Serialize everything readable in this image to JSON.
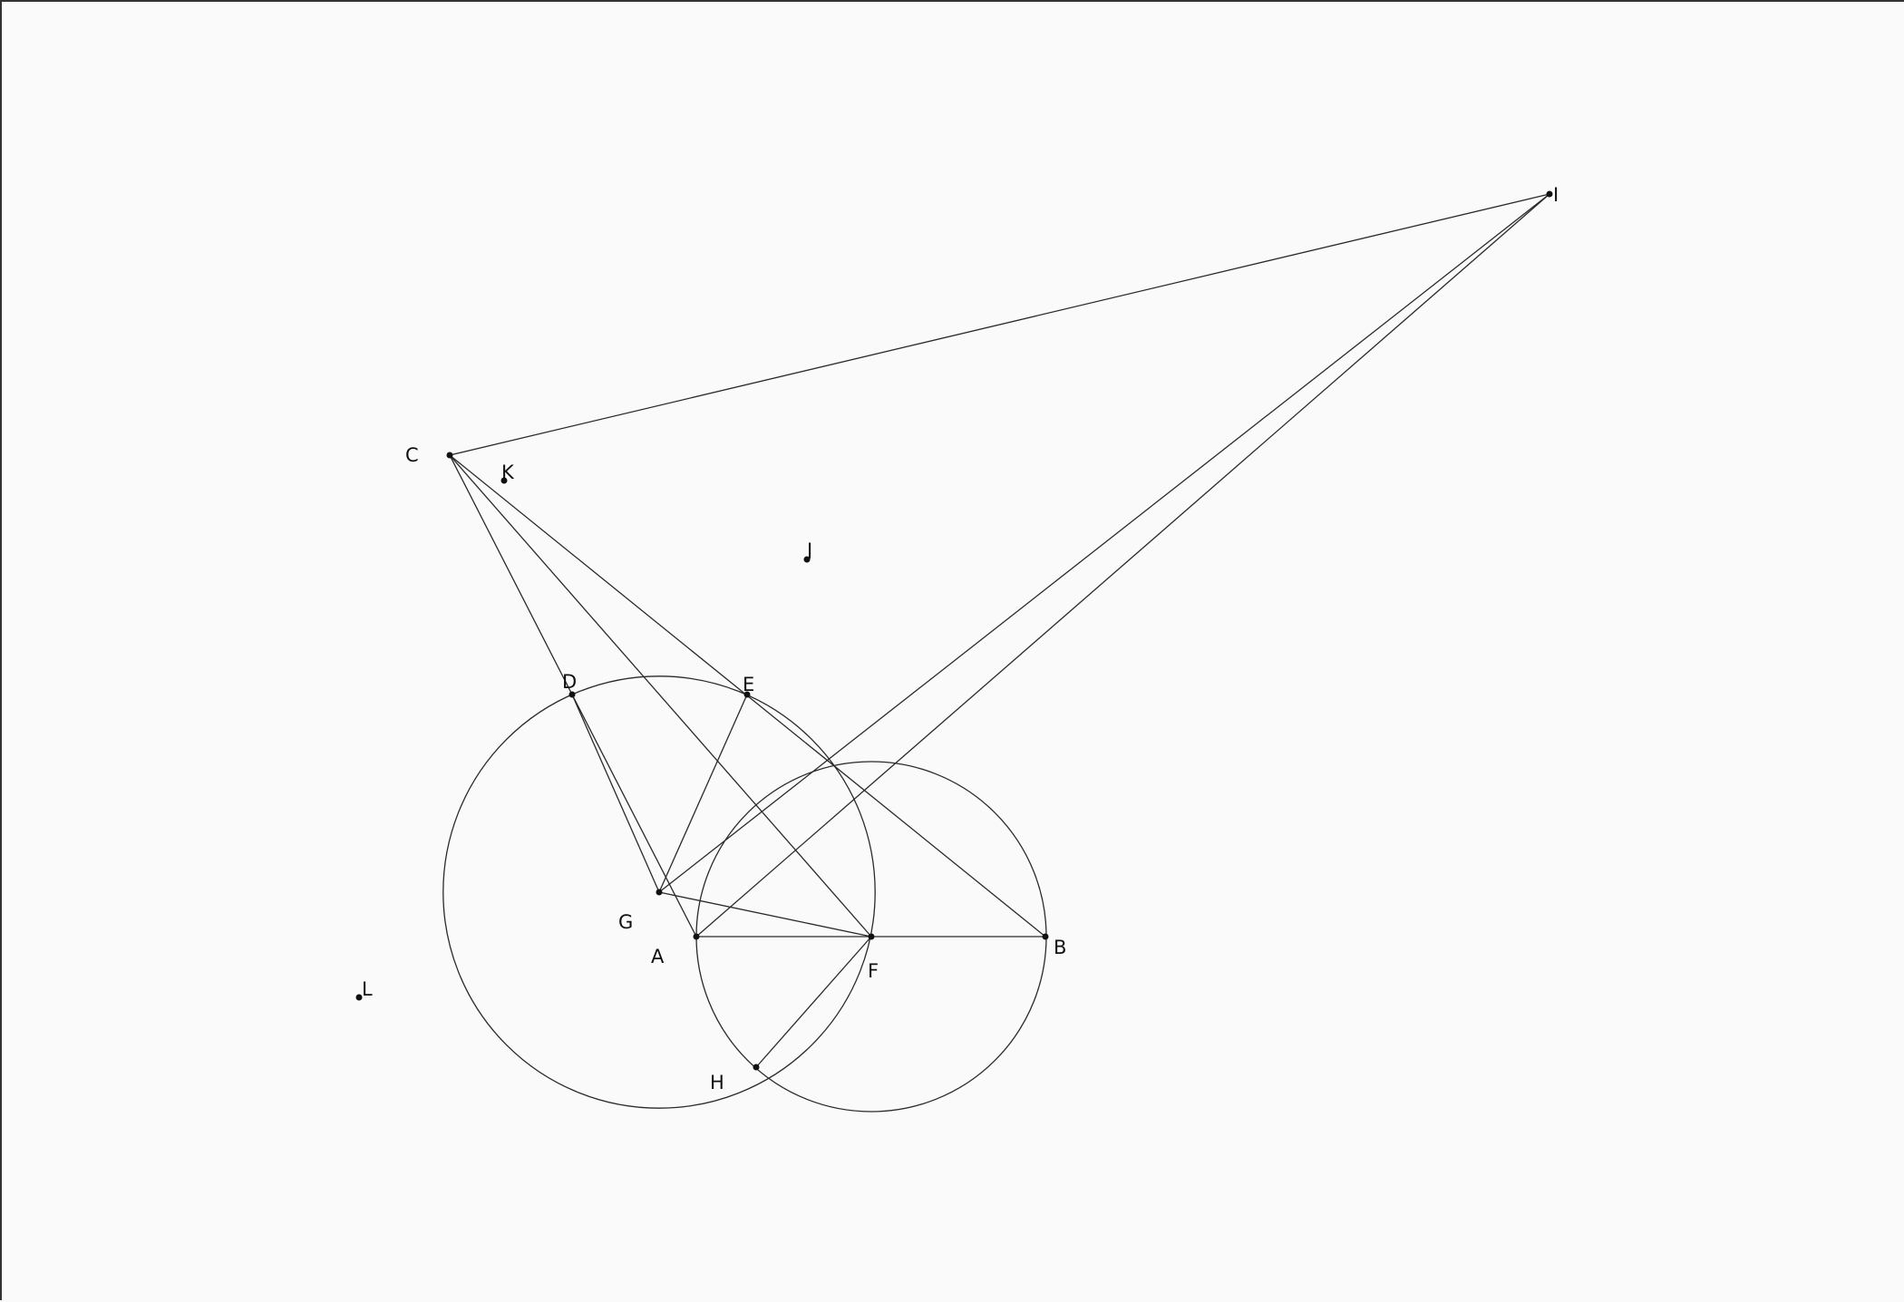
{
  "points": [
    {
      "id": "A",
      "label": "A"
    },
    {
      "id": "B",
      "label": "B"
    },
    {
      "id": "C",
      "label": "C"
    },
    {
      "id": "D",
      "label": "D"
    },
    {
      "id": "E",
      "label": "E"
    },
    {
      "id": "F",
      "label": "F"
    },
    {
      "id": "G",
      "label": "G"
    },
    {
      "id": "H",
      "label": "H"
    },
    {
      "id": "I",
      "label": "I"
    },
    {
      "id": "J",
      "label": "J"
    },
    {
      "id": "K",
      "label": "K"
    },
    {
      "id": "L",
      "label": "L"
    }
  ],
  "segments": [
    [
      "C",
      "I"
    ],
    [
      "C",
      "D"
    ],
    [
      "C",
      "F"
    ],
    [
      "C",
      "B"
    ],
    [
      "D",
      "A"
    ],
    [
      "D",
      "G"
    ],
    [
      "E",
      "G"
    ],
    [
      "G",
      "F"
    ],
    [
      "G",
      "I"
    ],
    [
      "A",
      "I"
    ],
    [
      "A",
      "B"
    ],
    [
      "F",
      "H"
    ]
  ],
  "circles": [
    {
      "center": "G",
      "through": "D"
    },
    {
      "center": "F",
      "through": "A"
    }
  ]
}
